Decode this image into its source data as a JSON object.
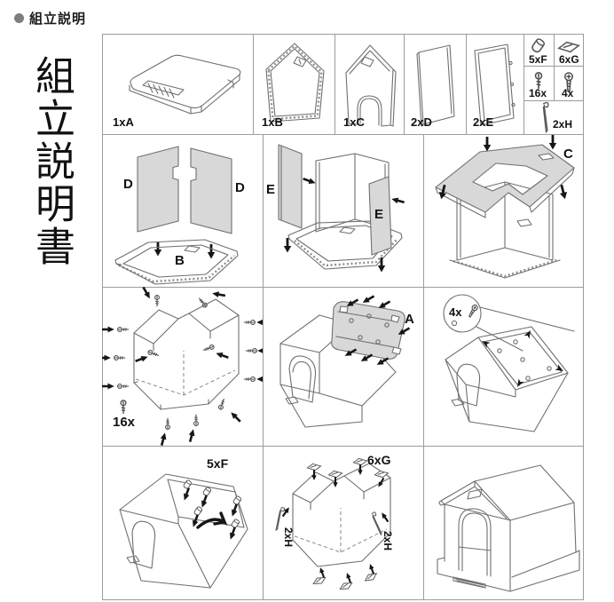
{
  "header": {
    "title": "組立説明"
  },
  "side_title": "組立説明書",
  "parts": {
    "a": {
      "label": "1xA"
    },
    "b": {
      "label": "1xB"
    },
    "c": {
      "label": "1xC"
    },
    "d": {
      "label": "2xD"
    },
    "e": {
      "label": "2xE"
    },
    "hardware": {
      "f": {
        "label": "5xF"
      },
      "g": {
        "label": "6xG"
      },
      "screw_small": {
        "label": "16x"
      },
      "screw_large": {
        "label": "4x"
      },
      "h": {
        "label": "2xH"
      }
    }
  },
  "steps": {
    "s1": {
      "panel_left": "D",
      "panel_right": "D",
      "base": "B"
    },
    "s2": {
      "panel_left": "E",
      "panel_right": "E"
    },
    "s3": {
      "top": "C"
    },
    "s4": {
      "count": "16x"
    },
    "s5": {
      "roof": "A"
    },
    "s6": {
      "count": "4x"
    },
    "s7": {
      "count": "5xF"
    },
    "s8": {
      "count": "6xG",
      "pin_left": "2xH",
      "pin_right": "2xH"
    },
    "s9": {}
  },
  "colors": {
    "panel_fill": "#d8d8d8",
    "line_art": "#6f6f6f",
    "grid_line": "#9c9c9c",
    "text": "#1c1c1c",
    "arrow": "#161616",
    "bullet": "#7d7d7d"
  }
}
